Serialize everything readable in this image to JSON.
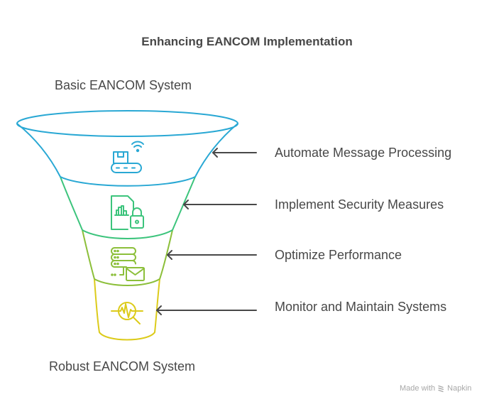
{
  "title": "Enhancing EANCOM Implementation",
  "funnel": {
    "top_label": "Basic EANCOM System",
    "bottom_label": "Robust EANCOM System"
  },
  "stages": [
    {
      "label": "Automate Message Processing",
      "icon": "conveyor-wifi-icon",
      "color": "#29a8d4"
    },
    {
      "label": "Implement Security Measures",
      "icon": "secure-document-chart-icon",
      "color": "#3cc47c"
    },
    {
      "label": "Optimize Performance",
      "icon": "server-mail-icon",
      "color": "#8cbf3a"
    },
    {
      "label": "Monitor and Maintain Systems",
      "icon": "pulse-search-icon",
      "color": "#dccb1a"
    }
  ],
  "arrow_color": "#484848",
  "footer": {
    "made_with": "Made with",
    "brand": "Napkin"
  }
}
